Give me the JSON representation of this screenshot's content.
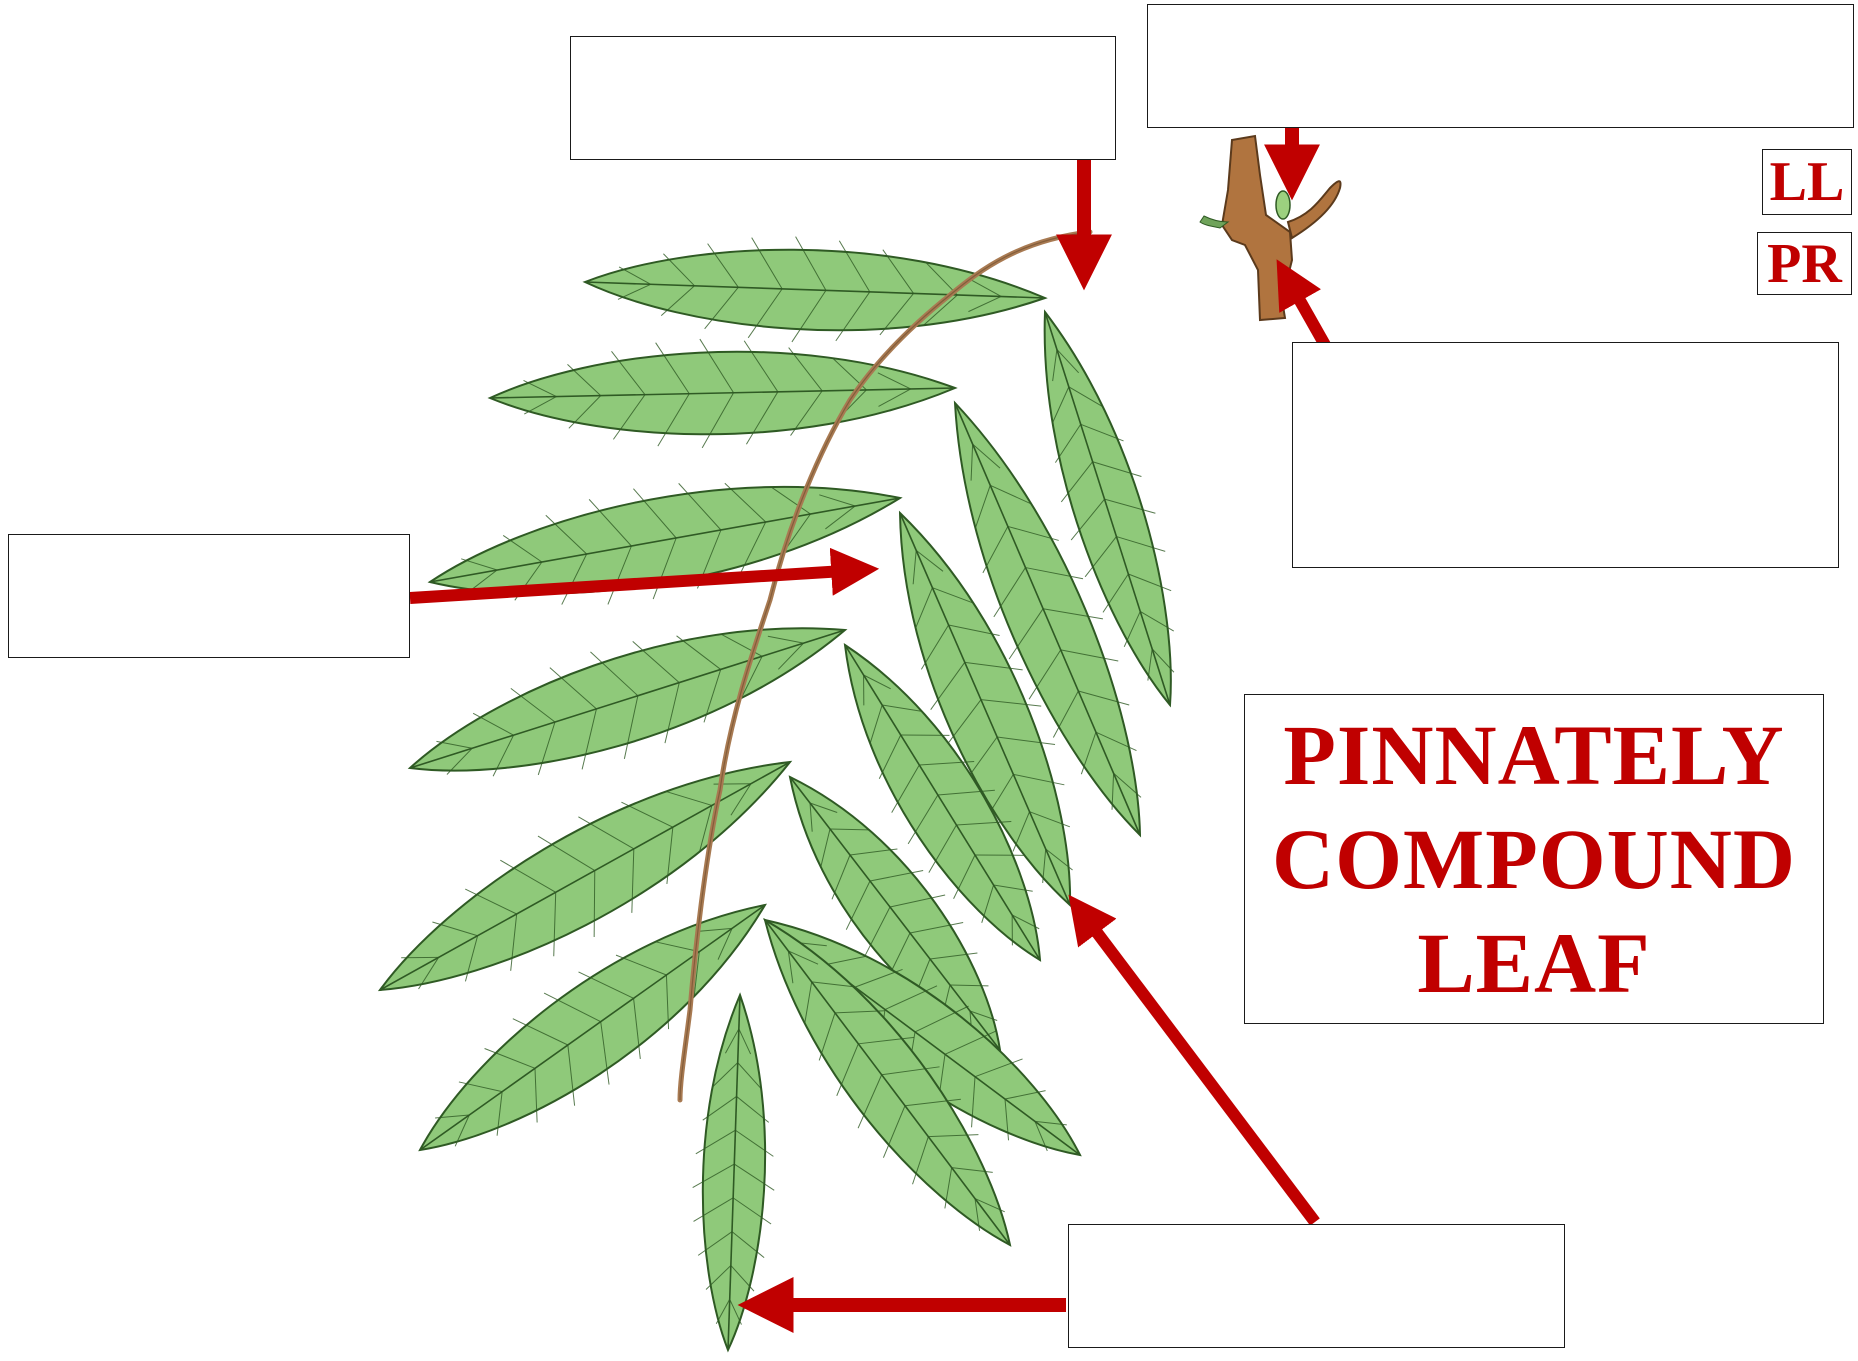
{
  "title": {
    "lines": [
      "PINNATELY",
      "COMPOUND",
      "LEAF"
    ]
  },
  "tags": {
    "ll": "LL",
    "pr": "PR"
  },
  "colors": {
    "accent": "#c00000",
    "leaf_fill": "#8fc97a",
    "leaf_edge": "#2f5a24",
    "stem": "#a87a52",
    "twig": "#b0743f"
  }
}
